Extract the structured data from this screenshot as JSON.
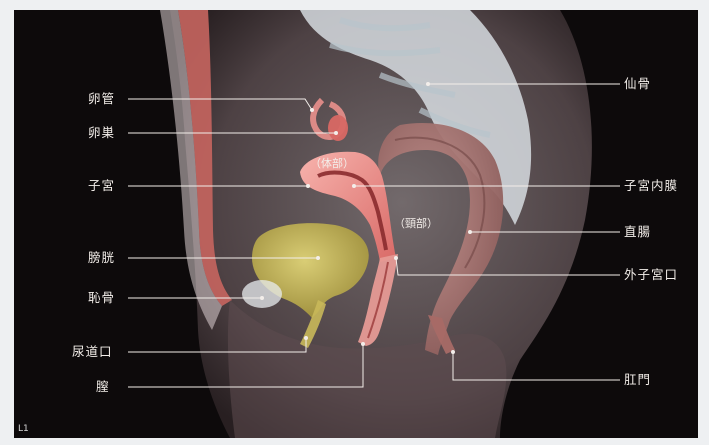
{
  "labels": {
    "oviduct": "卵管",
    "ovary": "卵巣",
    "uterus": "子宮",
    "bladder": "膀胱",
    "pubis": "恥骨",
    "urethral_orifice": "尿道口",
    "vagina": "膣",
    "sacrum": "仙骨",
    "endometrium": "子宮内膜",
    "rectum": "直腸",
    "external_os": "外子宮口",
    "anus": "肛門"
  },
  "inline_labels": {
    "uterine_body": "（体部）",
    "cervix": "（頸部）"
  },
  "figure_id": "L1",
  "colors": {
    "background": "#0d0a0b",
    "body": "#d9c9cc",
    "uterus": "#e9908c",
    "bladder": "#c9b85a",
    "rectum": "#b57e7a",
    "sacrum": "#dde3e8",
    "leader_line": "#f3eeea"
  }
}
